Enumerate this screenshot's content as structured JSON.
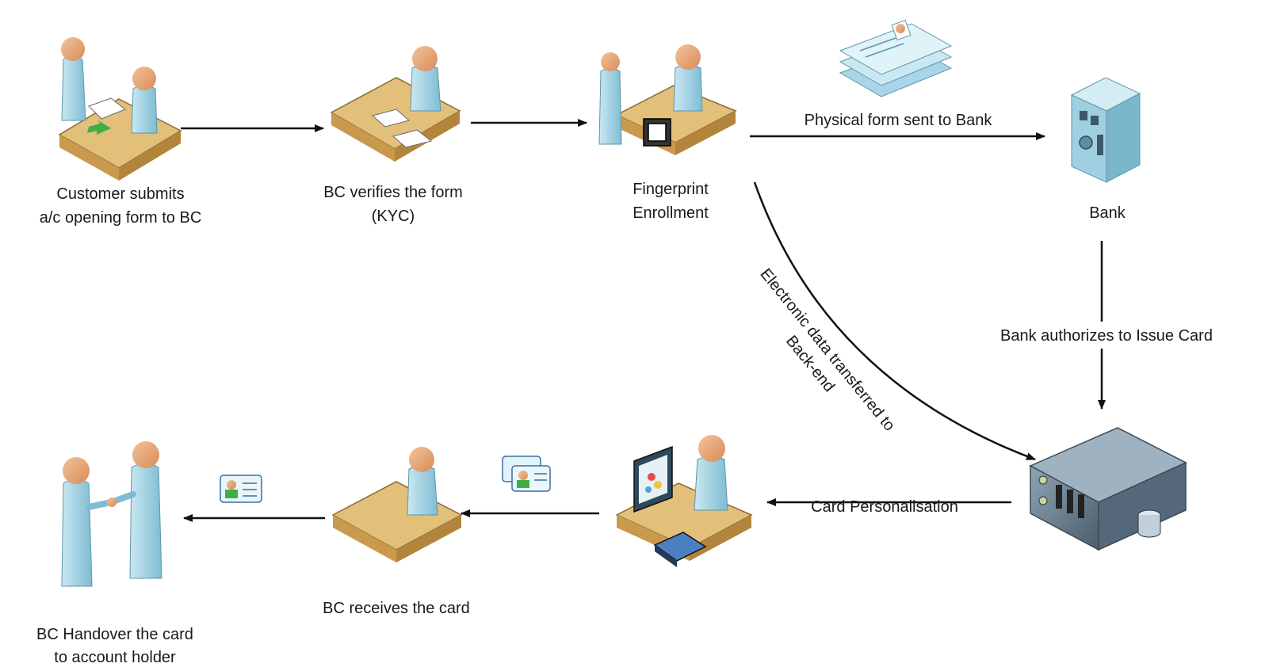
{
  "nodes": {
    "customer_submits": {
      "lines": [
        "Customer submits",
        "a/c opening form to BC"
      ]
    },
    "bc_verifies": {
      "lines": [
        "BC verifies the form",
        "(KYC)"
      ]
    },
    "fingerprint": {
      "lines": [
        "Fingerprint",
        "Enrollment"
      ]
    },
    "bank": {
      "lines": [
        "Bank"
      ]
    },
    "bc_receives": {
      "lines": [
        "BC receives the card"
      ]
    },
    "bc_handover": {
      "lines": [
        "BC Handover the card",
        "to account holder"
      ]
    }
  },
  "edges": {
    "physical_form": "Physical form sent to Bank",
    "bank_authorizes": "Bank authorizes to Issue Card",
    "electronic_data": [
      "Electronic data transferred to",
      "Back-end"
    ],
    "card_personalisation": "Card Personalisation"
  },
  "colors": {
    "person_skin": "#e9a777",
    "person_body": "#a9d6e6",
    "desk_top": "#e3c07a",
    "desk_side": "#c99a4e",
    "server_body": "#6b7f90",
    "bank_building": "#9fd0e2",
    "line": "#111111"
  }
}
